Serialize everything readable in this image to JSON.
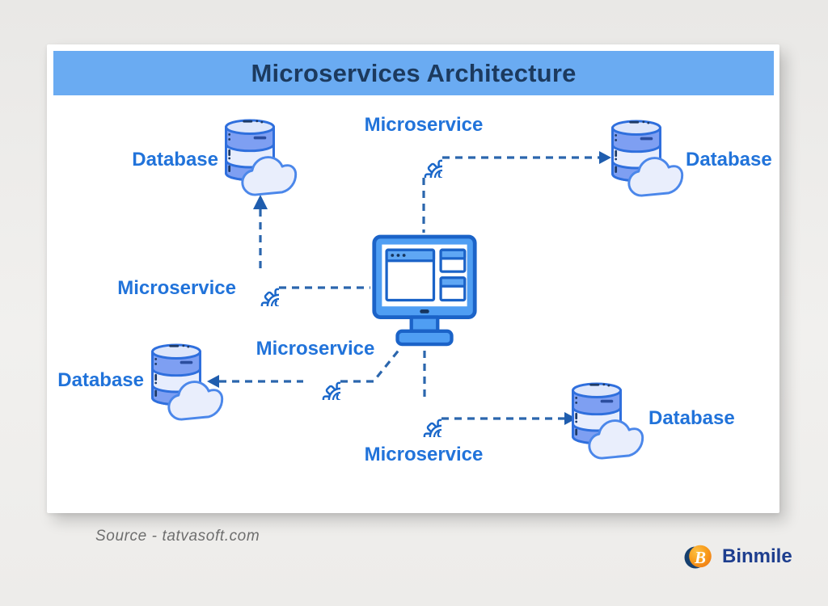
{
  "header": {
    "title": "Microservices Architecture"
  },
  "diagram": {
    "nodes": [
      {
        "id": "db-top-left",
        "type": "database",
        "label": "Database"
      },
      {
        "id": "ms-top",
        "type": "microservice",
        "label": "Microservice"
      },
      {
        "id": "db-top-right",
        "type": "database",
        "label": "Database"
      },
      {
        "id": "ms-left",
        "type": "microservice",
        "label": "Microservice"
      },
      {
        "id": "ms-bottom-left",
        "type": "microservice",
        "label": "Microservice"
      },
      {
        "id": "db-bottom-left",
        "type": "database",
        "label": "Database"
      },
      {
        "id": "ms-bottom",
        "type": "microservice",
        "label": "Microservice"
      },
      {
        "id": "db-bottom-right",
        "type": "database",
        "label": "Database"
      }
    ],
    "icons": {
      "database": "database-cloud-icon",
      "microservice": "gear-wrench-icon",
      "application": "monitor-browser-icon"
    }
  },
  "footer": {
    "source": "Source - tatvasoft.com",
    "brand": "Binmile",
    "brand_initial": "B"
  },
  "colors": {
    "page_bg": "#efeeec",
    "card_bg": "#ffffff",
    "header_bg": "#6aabf2",
    "title_text": "#1c3a5e",
    "label_blue": "#2173da",
    "icon_outline": "#1e6bd2",
    "icon_fill_light": "#e7edfd",
    "icon_fill_medium": "#7e9ff2",
    "monitor_fill": "#4f9ef3",
    "cloud_fill": "#e9eefc",
    "connector": "#2b66ad",
    "source_text": "#6e6e6e",
    "brand_navy": "#1e3e8e",
    "brand_orange": "#f89c1c"
  }
}
